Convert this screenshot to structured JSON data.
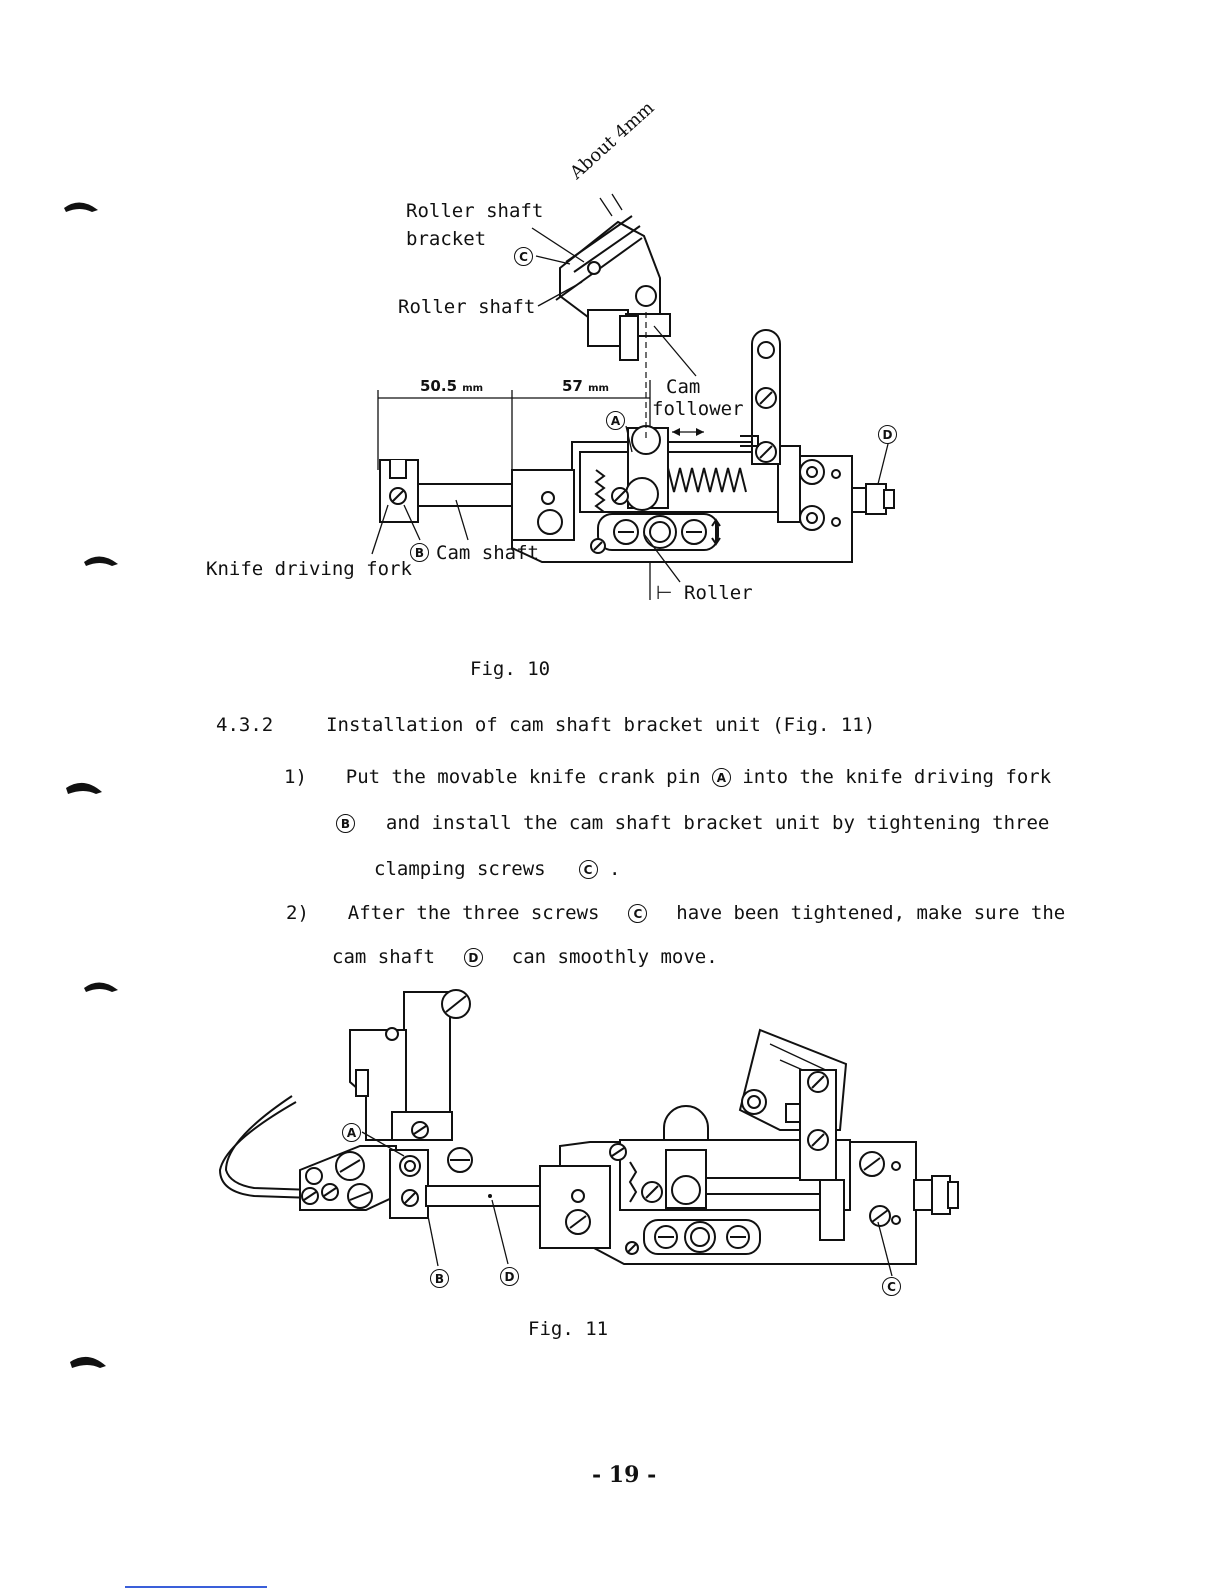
{
  "fig10": {
    "about": "About 4mm",
    "roller_shaft_bracket_1": "Roller shaft",
    "roller_shaft_bracket_2": "bracket",
    "roller_shaft": "Roller shaft",
    "dim_left": "50.5",
    "dim_right": "57",
    "dim_unit": "mm",
    "cam_follower_1": "Cam",
    "cam_follower_2": "follower",
    "knife_driving_fork": "Knife driving fork",
    "cam_shaft": "Cam shaft",
    "roller": "Roller",
    "caption": "Fig. 10"
  },
  "section": {
    "number": "4.3.2",
    "title": "Installation of cam shaft bracket unit (Fig. 11)"
  },
  "steps": [
    {
      "num": "1)",
      "line1_a": "Put the movable knife crank pin",
      "line1_b": "into the knife driving fork",
      "line2_b": "and install the cam shaft bracket unit by tightening three",
      "line3_a": "clamping screws",
      "line3_b": "."
    },
    {
      "num": "2)",
      "line1_a": "After the three screws",
      "line1_b": "have been tightened, make sure the",
      "line2_a": "cam shaft",
      "line2_b": "can smoothly move."
    }
  ],
  "markers": {
    "a": "A",
    "b": "B",
    "c": "C",
    "d": "D"
  },
  "fig11": {
    "caption": "Fig. 11"
  },
  "page_number": "- 19 -"
}
